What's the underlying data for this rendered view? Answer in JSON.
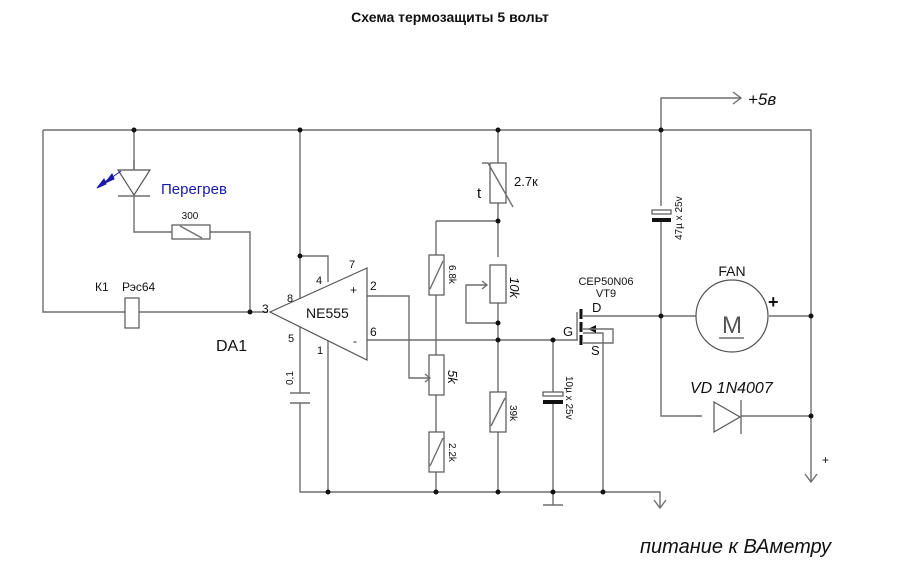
{
  "title": "Схема термозащиты 5 вольт",
  "labels": {
    "supply": "+5в",
    "led_label": "Перегрев",
    "r_led": "300",
    "relay_ref": "К1",
    "relay_type": "Рэс64",
    "ic_ref": "DA1",
    "ic_name": "NE555",
    "pin3": "3",
    "pin8": "8",
    "pin4": "4",
    "pin7": "7",
    "pin2": "2",
    "pin6": "6",
    "pin5": "5",
    "pin1": "1",
    "plus_in": "+",
    "minus_in": "-",
    "c_05": "0,1",
    "thermistor_t": "t",
    "thermistor_val": "2.7к",
    "r_68": "6.8k",
    "pot_10k": "10k",
    "pot_5k": "5k",
    "r_22": "2.2k",
    "r_39": "39k",
    "c_gate": "10µ x 25v",
    "c_supply": "47µ x 25v",
    "mosfet_type": "CEP50N06",
    "mosfet_ref": "VT9",
    "mos_d": "D",
    "mos_g": "G",
    "mos_s": "S",
    "fan_label": "FAN",
    "motor_symbol": "M",
    "fan_plus": "+",
    "diode_label": "VD  1N4007",
    "out_plus": "+",
    "footer": "питание к ВАметру"
  },
  "colors": {
    "wire": "#6e6e6e",
    "text": "#111111",
    "led_accent": "#1a1aa8"
  }
}
